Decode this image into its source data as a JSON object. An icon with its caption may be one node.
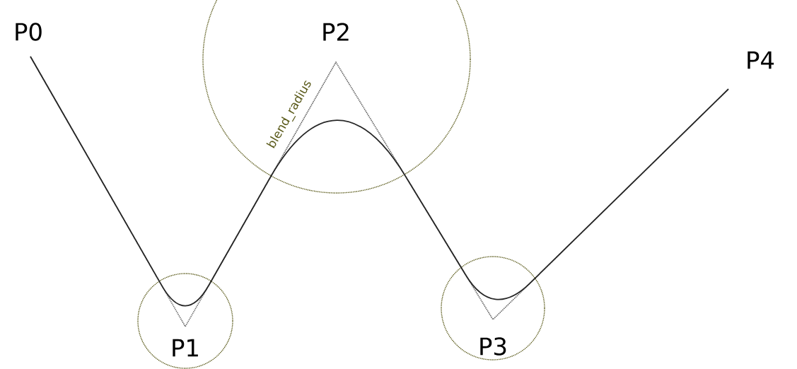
{
  "diagram": {
    "labels": [
      "P0",
      "P1",
      "P2",
      "P3",
      "P4",
      "blend_radius"
    ]
  }
}
